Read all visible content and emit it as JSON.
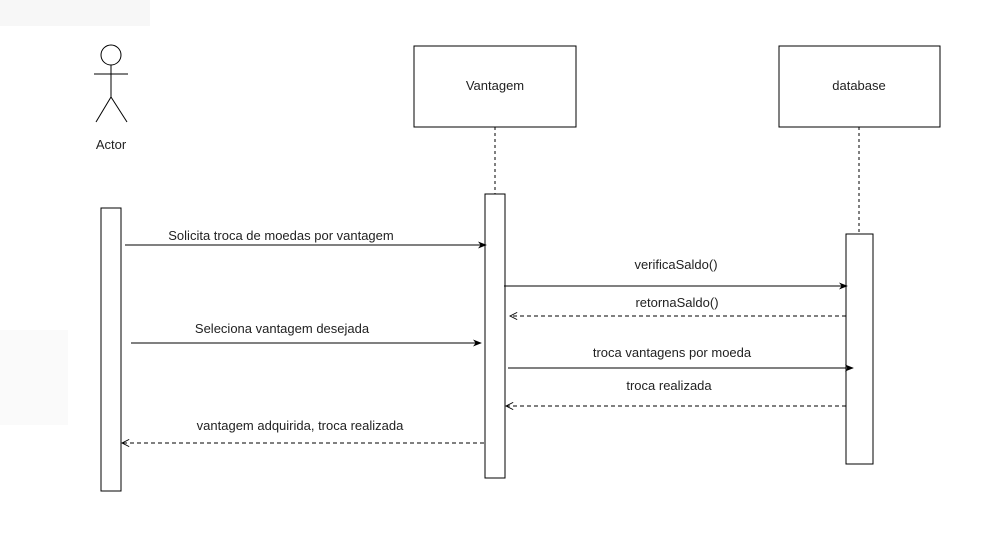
{
  "actor": {
    "label": "Actor"
  },
  "participants": [
    {
      "label": "Vantagem"
    },
    {
      "label": "database"
    }
  ],
  "messages": [
    {
      "label": "Solicita troca de moedas por vantagem",
      "from": "actor",
      "to": "vantagem",
      "kind": "sync"
    },
    {
      "label": "verificaSaldo()",
      "from": "vantagem",
      "to": "database",
      "kind": "sync"
    },
    {
      "label": "retornaSaldo()",
      "from": "database",
      "to": "vantagem",
      "kind": "return"
    },
    {
      "label": "Seleciona vantagem desejada",
      "from": "actor",
      "to": "vantagem",
      "kind": "sync"
    },
    {
      "label": "troca vantagens por moeda",
      "from": "vantagem",
      "to": "database",
      "kind": "sync"
    },
    {
      "label": "troca realizada",
      "from": "database",
      "to": "vantagem",
      "kind": "return"
    },
    {
      "label": "vantagem adquirida, troca realizada",
      "from": "vantagem",
      "to": "actor",
      "kind": "return"
    }
  ],
  "colors": {
    "line": "#000000",
    "text": "#222222",
    "background": "#ffffff"
  }
}
